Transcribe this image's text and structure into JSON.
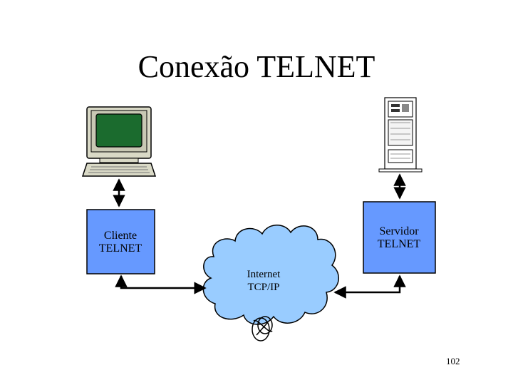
{
  "title": "Conexão TELNET",
  "client": {
    "line1": "Cliente",
    "line2": "TELNET"
  },
  "server": {
    "line1": "Servidor",
    "line2": "TELNET"
  },
  "network": {
    "line1": "Internet",
    "line2": "TCP/IP"
  },
  "page_number": "102",
  "colors": {
    "box_fill": "#6699ff",
    "cloud_fill": "#99ccff",
    "monitor_screen": "#1b6b2e",
    "computer_body": "#d9d9c6"
  }
}
